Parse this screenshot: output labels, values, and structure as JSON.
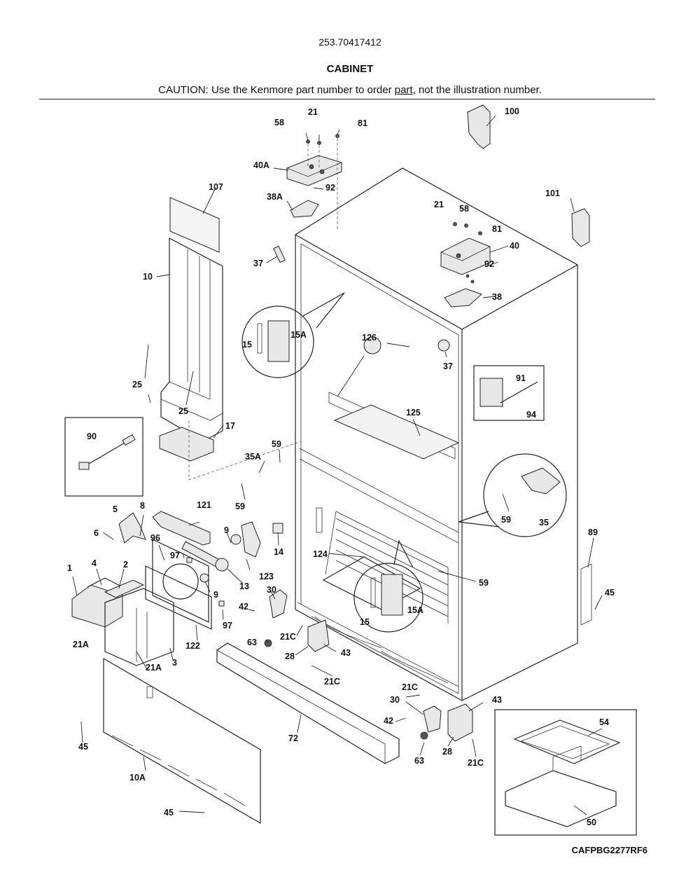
{
  "header": {
    "model_number": "253.70417412",
    "section_title": "CABINET",
    "caution_prefix": "CAUTION: Use the Kenmore part number to order ",
    "caution_link": "part",
    "caution_suffix": ", not the illustration number."
  },
  "diagram_code": "CAFPBG2277RF6",
  "callouts": [
    {
      "id": "c21top",
      "text": "21"
    },
    {
      "id": "c58top",
      "text": "58"
    },
    {
      "id": "c81top",
      "text": "81"
    },
    {
      "id": "c100",
      "text": "100"
    },
    {
      "id": "c40A",
      "text": "40A"
    },
    {
      "id": "c92top",
      "text": "92"
    },
    {
      "id": "c38A",
      "text": "38A"
    },
    {
      "id": "c107",
      "text": "107"
    },
    {
      "id": "c101",
      "text": "101"
    },
    {
      "id": "c21r",
      "text": "21"
    },
    {
      "id": "c58r",
      "text": "58"
    },
    {
      "id": "c81r",
      "text": "81"
    },
    {
      "id": "c40",
      "text": "40"
    },
    {
      "id": "c92r",
      "text": "92"
    },
    {
      "id": "c37top",
      "text": "37"
    },
    {
      "id": "c10",
      "text": "10"
    },
    {
      "id": "c38",
      "text": "38"
    },
    {
      "id": "c15top",
      "text": "15"
    },
    {
      "id": "c15Atop",
      "text": "15A"
    },
    {
      "id": "c126",
      "text": "126"
    },
    {
      "id": "c37r",
      "text": "37"
    },
    {
      "id": "c91",
      "text": "91"
    },
    {
      "id": "c94",
      "text": "94"
    },
    {
      "id": "c25a",
      "text": "25"
    },
    {
      "id": "c25b",
      "text": "25"
    },
    {
      "id": "c125",
      "text": "125"
    },
    {
      "id": "c17",
      "text": "17"
    },
    {
      "id": "c90",
      "text": "90"
    },
    {
      "id": "c59a",
      "text": "59"
    },
    {
      "id": "c35A",
      "text": "35A"
    },
    {
      "id": "c59b",
      "text": "59"
    },
    {
      "id": "c59c",
      "text": "59"
    },
    {
      "id": "c35",
      "text": "35"
    },
    {
      "id": "c121",
      "text": "121"
    },
    {
      "id": "c5",
      "text": "5"
    },
    {
      "id": "c8",
      "text": "8"
    },
    {
      "id": "c6",
      "text": "6"
    },
    {
      "id": "c96",
      "text": "96"
    },
    {
      "id": "c9a",
      "text": "9"
    },
    {
      "id": "c14",
      "text": "14"
    },
    {
      "id": "c89",
      "text": "89"
    },
    {
      "id": "c97a",
      "text": "97"
    },
    {
      "id": "c123",
      "text": "123"
    },
    {
      "id": "c13",
      "text": "13"
    },
    {
      "id": "c124",
      "text": "124"
    },
    {
      "id": "c59d",
      "text": "59"
    },
    {
      "id": "c1",
      "text": "1"
    },
    {
      "id": "c4",
      "text": "4"
    },
    {
      "id": "c2",
      "text": "2"
    },
    {
      "id": "c9b",
      "text": "9"
    },
    {
      "id": "c30a",
      "text": "30"
    },
    {
      "id": "c45r",
      "text": "45"
    },
    {
      "id": "c42a",
      "text": "42"
    },
    {
      "id": "c97b",
      "text": "97"
    },
    {
      "id": "c15bot",
      "text": "15"
    },
    {
      "id": "c15Abot",
      "text": "15A"
    },
    {
      "id": "c21Ca",
      "text": "21C"
    },
    {
      "id": "c63a",
      "text": "63"
    },
    {
      "id": "c21Aa",
      "text": "21A"
    },
    {
      "id": "c122",
      "text": "122"
    },
    {
      "id": "c43a",
      "text": "43"
    },
    {
      "id": "c28a",
      "text": "28"
    },
    {
      "id": "c21Ab",
      "text": "21A"
    },
    {
      "id": "c3",
      "text": "3"
    },
    {
      "id": "c21Cb",
      "text": "21C"
    },
    {
      "id": "c21Cc",
      "text": "21C"
    },
    {
      "id": "c30b",
      "text": "30"
    },
    {
      "id": "c43b",
      "text": "43"
    },
    {
      "id": "c54",
      "text": "54"
    },
    {
      "id": "c42b",
      "text": "42"
    },
    {
      "id": "c72",
      "text": "72"
    },
    {
      "id": "c28b",
      "text": "28"
    },
    {
      "id": "c45l",
      "text": "45"
    },
    {
      "id": "c63b",
      "text": "63"
    },
    {
      "id": "c21Cd",
      "text": "21C"
    },
    {
      "id": "c10A",
      "text": "10A"
    },
    {
      "id": "c50",
      "text": "50"
    },
    {
      "id": "c45b",
      "text": "45"
    }
  ]
}
